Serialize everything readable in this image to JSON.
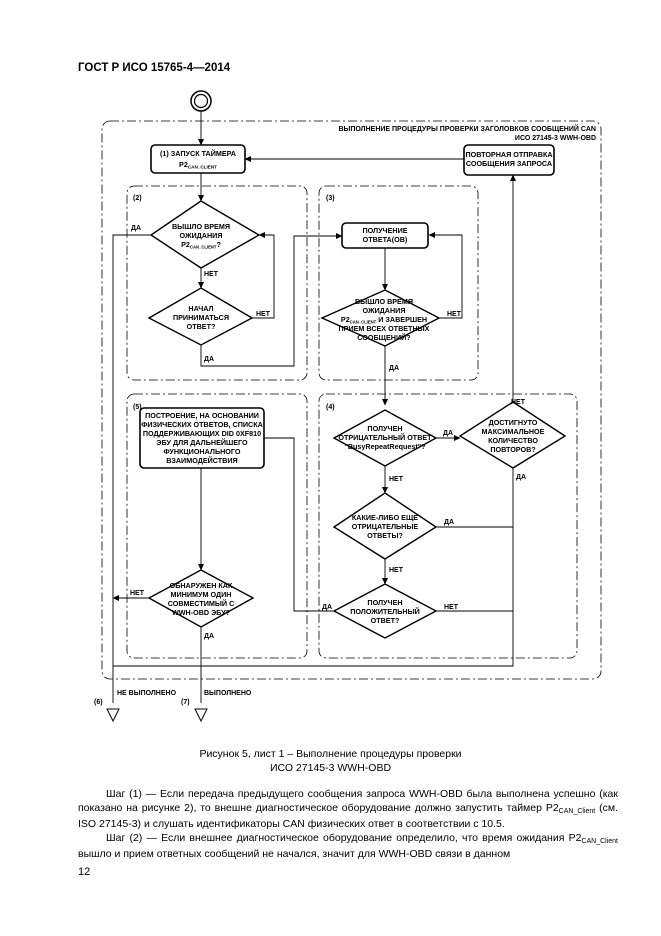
{
  "header": {
    "title": "ГОСТ Р ИСО 15765-4—2014"
  },
  "flowchart": {
    "frame_title": [
      "ВЫПОЛНЕНИЕ ПРОЦЕДУРЫ ПРОВЕРКИ ЗАГОЛОВКОВ СООБЩЕНИЙ CAN",
      "ИСО 27145-3 WWH-OBD"
    ],
    "box_start_timer": {
      "line1": "(1) ЗАПУСК ТАЙМЕРА",
      "main": "P2",
      "sub": "CAN_CLIENT"
    },
    "box_resend": [
      "ПОВТОРНАЯ ОТПРАВКА",
      "СООБЩЕНИЯ ЗАПРОСА"
    ],
    "section_2": "(2)",
    "section_3": "(3)",
    "section_4": "(4)",
    "section_5": "(5)",
    "dec_timeout": {
      "line1": "ВЫШЛО ВРЕМЯ",
      "line2": "ОЖИДАНИЯ",
      "main": "P2",
      "sub": "CAN_CLIENT",
      "tail": "?"
    },
    "dec_started": [
      "НАЧАЛ",
      "ПРИНИМАТЬСЯ",
      "ОТВЕТ?"
    ],
    "box_receive": [
      "ПОЛУЧЕНИЕ",
      "ОТВЕТА(ОВ)"
    ],
    "dec_timeout_complete": {
      "line1": "ВЫШЛО ВРЕМЯ",
      "line2": "ОЖИДАНИЯ",
      "main": "P2",
      "sub": "CAN_CLIENT",
      "tail": " И ЗАВЕРШЕН",
      "line4": "ПРИЕМ ВСЕХ ОТВЕТНЫХ",
      "line5": "СООБЩЕНИЙ?"
    },
    "box_build_list": [
      "ПОСТРОЕНИЕ, НА ОСНОВАНИИ",
      "ФИЗИЧЕСКИХ ОТВЕТОВ, СПИСКА",
      "ПОДДЕРЖИВАЮЩИХ DID 0XF810",
      "ЭБУ ДЛЯ ДАЛЬНЕЙШЕГО",
      "ФУНКЦИОНАЛЬНОГО",
      "ВЗАИМОДЕЙСТВИЯ"
    ],
    "dec_negative": {
      "line1": "ПОЛУЧЕН",
      "line2": "ОТРИЦАТЕЛЬНЫЙ ОТВЕТ",
      "line3": "\"BusyRepeatRequest\"?"
    },
    "dec_max_repeats": [
      "ДОСТИГНУТО",
      "МАКСИМАЛЬНОЕ",
      "КОЛИЧЕСТВО",
      "ПОВТОРОВ?"
    ],
    "dec_other_negative": [
      "КАКИЕ-ЛИБО ЕЩЕ",
      "ОТРИЦАТЕЛЬНЫЕ",
      "ОТВЕТЫ?"
    ],
    "dec_positive": [
      "ПОЛУЧЕН",
      "ПОЛОЖИТЕЛЬНЫЙ",
      "ОТВЕТ?"
    ],
    "dec_ecu_found": [
      "ОБНАРУЖЕН КАК",
      "МИНИМУМ ОДИН",
      "СОВМЕСТИМЫЙ С",
      "WWH-OBD ЭБУ?"
    ],
    "yes": "ДА",
    "no": "НЕТ",
    "exit_6_num": "(6)",
    "exit_6_label": "НЕ ВЫПОЛНЕНО",
    "exit_7_num": "(7)",
    "exit_7_label": "ВЫПОЛНЕНО"
  },
  "caption": [
    "Рисунок 5, лист 1 – Выполнение процедуры проверки",
    "ИСО 27145-3 WWH-OBD"
  ],
  "body_text": {
    "p1_a": "Шаг (1) — Если передача предыдущего сообщения запроса WWH-OBD была выполнена успешно (как показано на рисунке 2), то внешне диагностическое оборудование должно запустить таймер P2",
    "p1_sub": "CAN_Client",
    "p1_b": " (см. ISO 27145-3) и слушать идентификаторы CAN физических ответ в соответствии с 10.5.",
    "p2_a": "Шаг (2) — Если внешнее диагностическое оборудование определило, что время ожидания P2",
    "p2_sub": "CAN_Client",
    "p2_b": " вышло и прием ответных сообщений не начался, значит для WWH-OBD связи в данном"
  },
  "page_number": "12"
}
